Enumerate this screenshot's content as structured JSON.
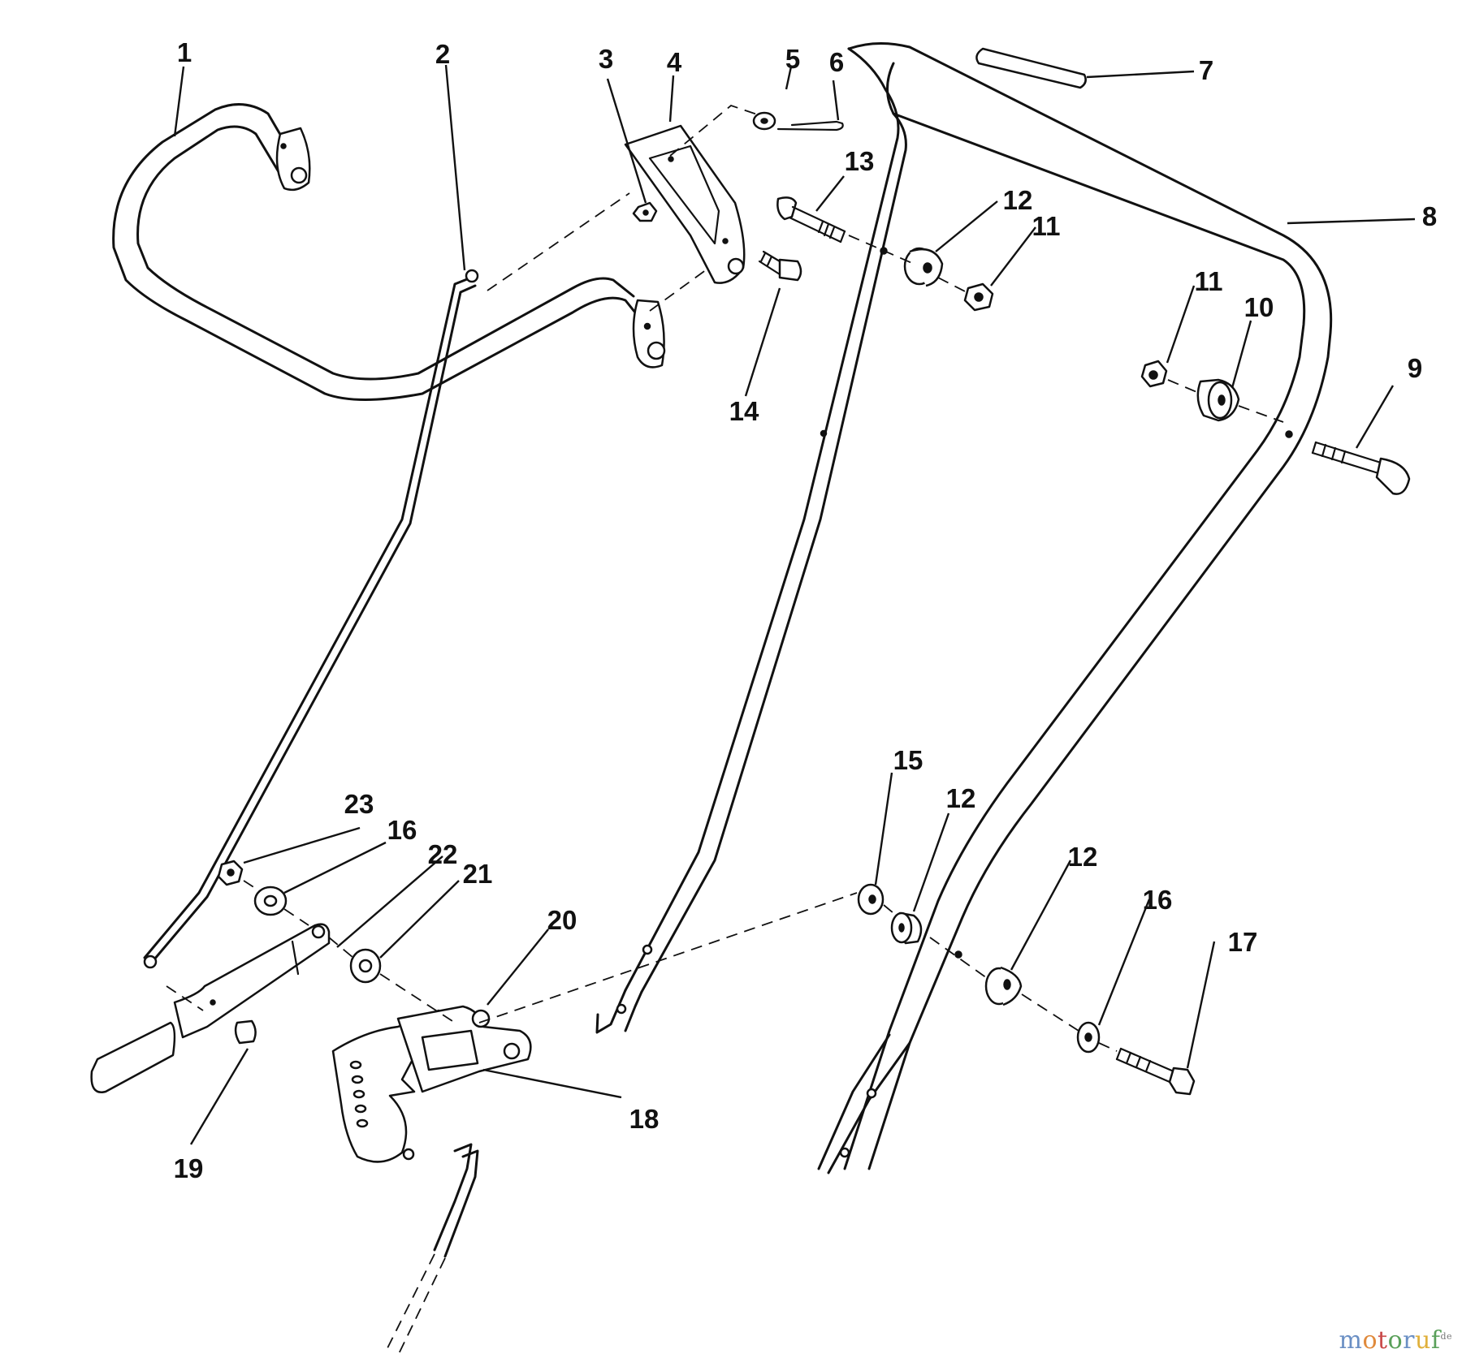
{
  "callouts": {
    "c1": "1",
    "c2": "2",
    "c3": "3",
    "c4": "4",
    "c5": "5",
    "c6": "6",
    "c7": "7",
    "c8": "8",
    "c9": "9",
    "c10": "10",
    "c11a": "11",
    "c11b": "11",
    "c12a": "12",
    "c12b": "12",
    "c12c": "12",
    "c13": "13",
    "c14": "14",
    "c15": "15",
    "c16a": "16",
    "c16b": "16",
    "c17": "17",
    "c18": "18",
    "c19": "19",
    "c20": "20",
    "c21": "21",
    "c22": "22",
    "c23": "23"
  },
  "watermark": {
    "letters": [
      "m",
      "o",
      "t",
      "o",
      "r",
      "u",
      "f"
    ],
    "letter_colors": [
      "#6a8fc4",
      "#e08a3c",
      "#c94a4a",
      "#5aa05a",
      "#6a8fc4",
      "#e0b03c",
      "#5aa05a"
    ],
    "suffix": "de"
  }
}
